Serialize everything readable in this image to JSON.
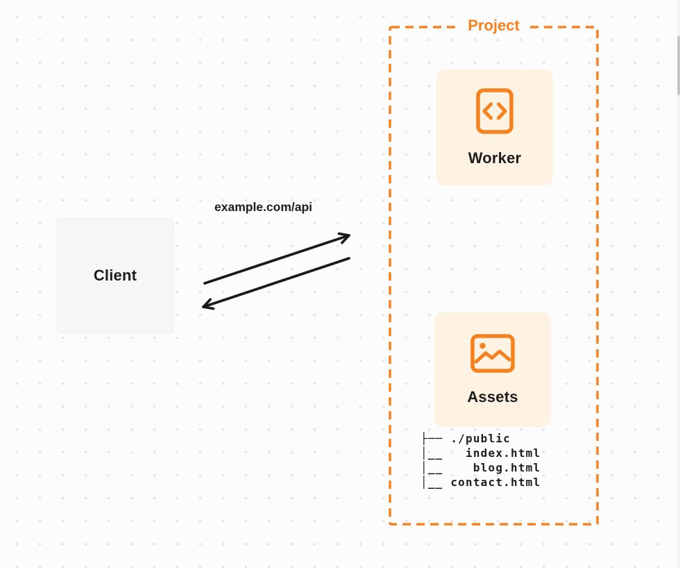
{
  "colors": {
    "accent_orange": "#F6821F",
    "card_background": "#FEF2E3",
    "client_background": "#F6F6F6",
    "text": "#1D1D1D",
    "arrow": "#1A1A1A",
    "page_background": "#FCFCFC",
    "grid_dot": "#E2E2E2"
  },
  "client": {
    "label": "Client"
  },
  "request": {
    "url_label": "example.com/api"
  },
  "project": {
    "title": "Project",
    "worker": {
      "label": "Worker",
      "icon": "code-icon"
    },
    "assets": {
      "label": "Assets",
      "icon": "image-icon"
    },
    "file_tree": "├── ./public\n│__   index.html\n│__    blog.html\n│__ contact.html"
  }
}
